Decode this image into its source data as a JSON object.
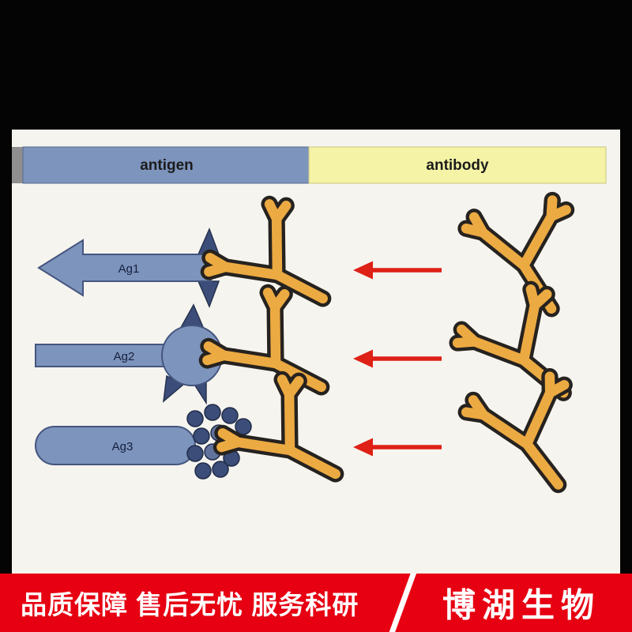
{
  "diagram": {
    "header": {
      "left_label": "antigen",
      "right_label": "antibody"
    },
    "rows": [
      {
        "antigen_label": "Ag1",
        "antigen_shape": "thick-arrow-with-spiked-tip"
      },
      {
        "antigen_label": "Ag2",
        "antigen_shape": "rod-with-spiked-ball"
      },
      {
        "antigen_label": "Ag3",
        "antigen_shape": "capsule-with-bead-cluster"
      }
    ],
    "icons": {
      "antibody": "Y-shaped-forked-antibody",
      "arrow": "left-pointing-red-arrow"
    },
    "colors": {
      "antigen_bar": "#7d94bd",
      "antibody_bar": "#f4f3a6",
      "antigen_shape": "#7d94bd",
      "antigen_dark_accent": "#3b4d78",
      "antibody_fill": "#ecaa42",
      "antibody_outline": "#26221f",
      "arrow_red": "#de2016",
      "banner_red": "#e60012",
      "panel_background": "#f6f4ef",
      "page_background": "#040404"
    }
  },
  "banner": {
    "slogan": "品质保障 售后无忧 服务科研",
    "brand": "博湖生物"
  }
}
